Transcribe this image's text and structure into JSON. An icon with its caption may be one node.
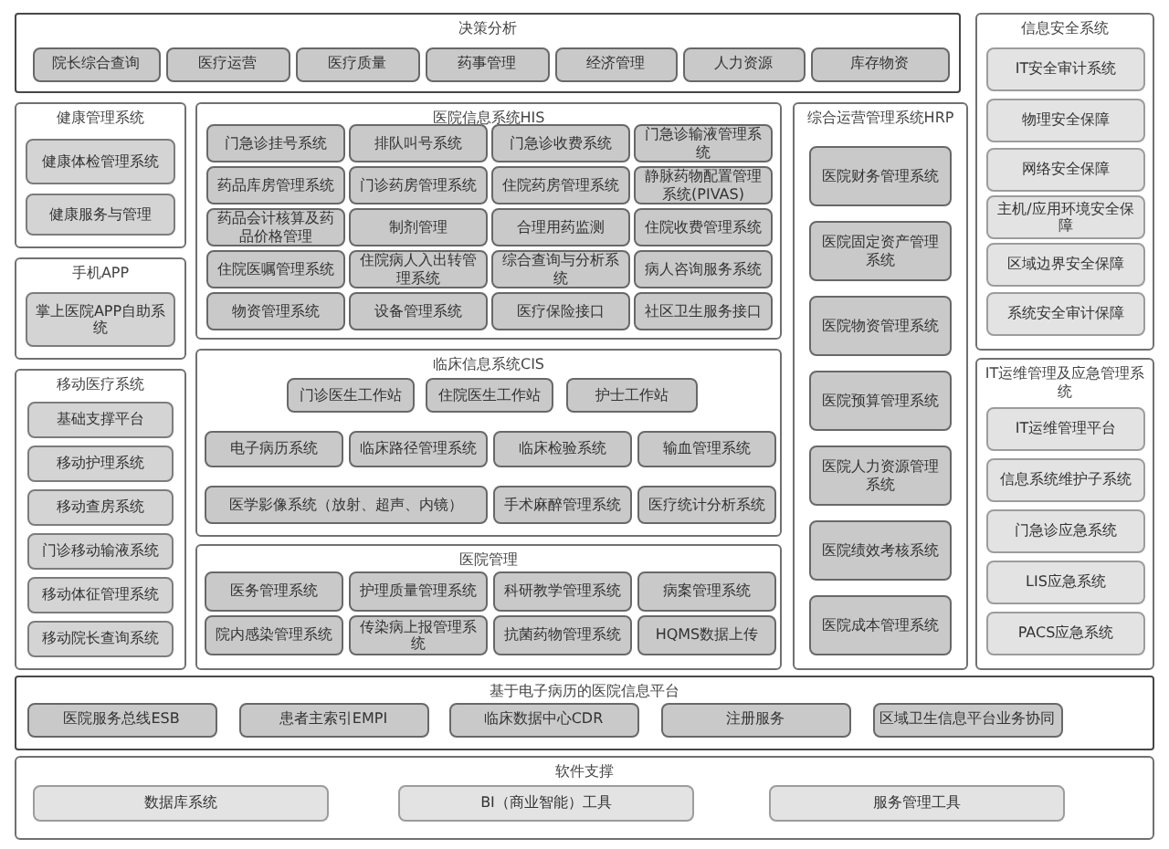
{
  "diagram": {
    "nodes": [
      {
        "text": [
          "决策分析"
        ]
      },
      {
        "text": [
          "院长综合查询"
        ],
        "in": 0
      },
      {
        "text": [
          "医疗运营"
        ],
        "in": 0
      },
      {
        "text": [
          "医疗质量"
        ],
        "in": 0
      },
      {
        "text": [
          "药事管理"
        ],
        "in": 0
      },
      {
        "text": [
          "经济管理"
        ],
        "in": 0
      },
      {
        "text": [
          "人力资源"
        ],
        "in": 0
      },
      {
        "text": [
          "库存物资"
        ],
        "in": 0
      },
      {
        "text": [
          "信息安全系统"
        ]
      },
      {
        "text": [
          "IT安全审计系统"
        ],
        "in": 8
      },
      {
        "text": [
          "物理安全保障"
        ],
        "in": 8
      },
      {
        "text": [
          "网络安全保障"
        ],
        "in": 8
      },
      {
        "text": [
          "主机/应用环境安全保障"
        ],
        "in": 8
      },
      {
        "text": [
          "区域边界安全保障"
        ],
        "in": 8
      },
      {
        "text": [
          "系统安全审计保障"
        ],
        "in": 8
      },
      {
        "text": [
          "健康管理系统"
        ]
      },
      {
        "text": [
          "健康体检管理系统"
        ],
        "in": 15
      },
      {
        "text": [
          "健康服务与管理"
        ],
        "in": 15
      },
      {
        "text": [
          "医院信息系统HIS"
        ]
      },
      {
        "text": [
          "门急诊挂号系统"
        ],
        "in": 18
      },
      {
        "text": [
          "排队叫号系统"
        ],
        "in": 18
      },
      {
        "text": [
          "门急诊收费系统"
        ],
        "in": 18
      },
      {
        "text": [
          "门急诊输液管理系统"
        ],
        "in": 18
      },
      {
        "text": [
          "药品库房管理系统"
        ],
        "in": 18
      },
      {
        "text": [
          "门诊药房管理系统"
        ],
        "in": 18
      },
      {
        "text": [
          "住院药房管理系统"
        ],
        "in": 18
      },
      {
        "text": [
          "静脉药物配置管理系统(PIVAS)"
        ],
        "in": 18
      },
      {
        "text": [
          "药品会计核算及药品价格管理"
        ],
        "in": 18
      },
      {
        "text": [
          "制剂管理"
        ],
        "in": 18
      },
      {
        "text": [
          "合理用药监测"
        ],
        "in": 18
      },
      {
        "text": [
          "住院收费管理系统"
        ],
        "in": 18
      },
      {
        "text": [
          "住院医嘱管理系统"
        ],
        "in": 18
      },
      {
        "text": [
          "住院病人入出转管理系统"
        ],
        "in": 18
      },
      {
        "text": [
          "综合查询与分析系统"
        ],
        "in": 18
      },
      {
        "text": [
          "病人咨询服务系统"
        ],
        "in": 18
      },
      {
        "text": [
          "物资管理系统"
        ],
        "in": 18
      },
      {
        "text": [
          "设备管理系统"
        ],
        "in": 18
      },
      {
        "text": [
          "医疗保险接口"
        ],
        "in": 18
      },
      {
        "text": [
          "社区卫生服务接口"
        ],
        "in": 18
      },
      {
        "text": [
          "综合运营管理系统HRP"
        ]
      },
      {
        "text": [
          "医院财务管理系统"
        ],
        "in": 39
      },
      {
        "text": [
          "医院固定资产管理系统"
        ],
        "in": 39
      },
      {
        "text": [
          "医院物资管理系统"
        ],
        "in": 39
      },
      {
        "text": [
          "医院预算管理系统"
        ],
        "in": 39
      },
      {
        "text": [
          "医院人力资源管理系统"
        ],
        "in": 39
      },
      {
        "text": [
          "医院绩效考核系统"
        ],
        "in": 39
      },
      {
        "text": [
          "医院成本管理系统"
        ],
        "in": 39
      },
      {
        "text": [
          "手机APP"
        ]
      },
      {
        "text": [
          "掌上医院APP自助系统"
        ],
        "in": 47
      },
      {
        "text": [
          "移动医疗系统"
        ]
      },
      {
        "text": [
          "基础支撑平台"
        ],
        "in": 49
      },
      {
        "text": [
          "移动护理系统"
        ],
        "in": 49
      },
      {
        "text": [
          "移动查房系统"
        ],
        "in": 49
      },
      {
        "text": [
          "门诊移动输液系统"
        ],
        "in": 49
      },
      {
        "text": [
          "移动体征管理系统"
        ],
        "in": 49
      },
      {
        "text": [
          "移动院长查询系统"
        ],
        "in": 49
      },
      {
        "text": [
          "临床信息系统CIS"
        ]
      },
      {
        "text": [
          "门诊医生工作站"
        ],
        "in": 56
      },
      {
        "text": [
          "住院医生工作站"
        ],
        "in": 56
      },
      {
        "text": [
          "护士工作站"
        ],
        "in": 56
      },
      {
        "text": [
          "电子病历系统"
        ],
        "in": 56
      },
      {
        "text": [
          "临床路径管理系统"
        ],
        "in": 56
      },
      {
        "text": [
          "临床检验系统"
        ],
        "in": 56
      },
      {
        "text": [
          "输血管理系统"
        ],
        "in": 56
      },
      {
        "text": [
          "医学影像系统（放射、超声、内镜）"
        ],
        "in": 56
      },
      {
        "text": [
          "手术麻醉管理系统"
        ],
        "in": 56
      },
      {
        "text": [
          "医疗统计分析系统"
        ],
        "in": 56
      },
      {
        "text": [
          "医院管理"
        ]
      },
      {
        "text": [
          "医务管理系统"
        ],
        "in": 67
      },
      {
        "text": [
          "护理质量管理系统"
        ],
        "in": 67
      },
      {
        "text": [
          "科研教学管理系统"
        ],
        "in": 67
      },
      {
        "text": [
          "病案管理系统"
        ],
        "in": 67
      },
      {
        "text": [
          "院内感染管理系统"
        ],
        "in": 67
      },
      {
        "text": [
          "传染病上报管理系统"
        ],
        "in": 67
      },
      {
        "text": [
          "抗菌药物管理系统"
        ],
        "in": 67
      },
      {
        "text": [
          "HQMS数据上传"
        ],
        "in": 67
      },
      {
        "text": [
          "IT运维管理及应急管理系统"
        ]
      },
      {
        "text": [
          "IT运维管理平台"
        ],
        "in": 76
      },
      {
        "text": [
          "信息系统维护子系统"
        ],
        "in": 76
      },
      {
        "text": [
          "门急诊应急系统"
        ],
        "in": 76
      },
      {
        "text": [
          "LIS应急系统"
        ],
        "in": 76
      },
      {
        "text": [
          "PACS应急系统"
        ],
        "in": 76
      },
      {
        "text": [
          "基于电子病历的医院信息平台"
        ]
      },
      {
        "text": [
          "医院服务总线ESB"
        ],
        "in": 82
      },
      {
        "text": [
          "患者主索引EMPI"
        ],
        "in": 82
      },
      {
        "text": [
          "临床数据中心CDR"
        ],
        "in": 82
      },
      {
        "text": [
          "注册服务"
        ],
        "in": 82
      },
      {
        "text": [
          "区域卫生信息平台业务协同"
        ],
        "in": 82
      },
      {
        "text": [
          "软件支撑"
        ]
      },
      {
        "text": [
          "数据库系统"
        ],
        "in": 88
      },
      {
        "text": [
          "BI（商业智能）工具"
        ],
        "in": 88
      },
      {
        "text": [
          "服务管理工具"
        ],
        "in": 88
      }
    ]
  }
}
